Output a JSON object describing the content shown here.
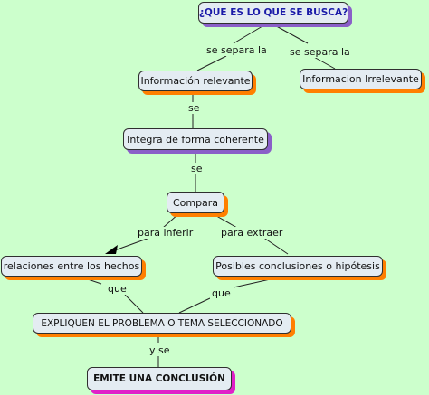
{
  "nodes": {
    "root": "¿QUE ES LO QUE SE BUSCA?",
    "relevante": "Información relevante",
    "irrelevante": "Informacion Irrelevante",
    "integra": "Integra de forma coherente",
    "compara": "Compara",
    "relaciones": "relaciones entre los hechos",
    "conclusiones": "Posibles conclusiones o hipótesis",
    "expliquen": "EXPLIQUEN EL PROBLEMA O TEMA SELECCIONADO",
    "emite": "EMITE UNA CONCLUSIÓN"
  },
  "links": {
    "separa_left": "se separa la",
    "separa_right": "se separa la",
    "se_1": "se",
    "se_2": "se",
    "para_inferir": "para inferir",
    "para_extraer": "para extraer",
    "que_left": "que",
    "que_right": "que",
    "y_se": "y se"
  },
  "colors": {
    "background": "#ccffcc",
    "node_fill": "#e4ecf2",
    "root_text": "#1a1aa8",
    "shadow_orange": "#ff7f00",
    "shadow_purple": "#8a5fc8",
    "shadow_magenta": "#e020c8"
  }
}
